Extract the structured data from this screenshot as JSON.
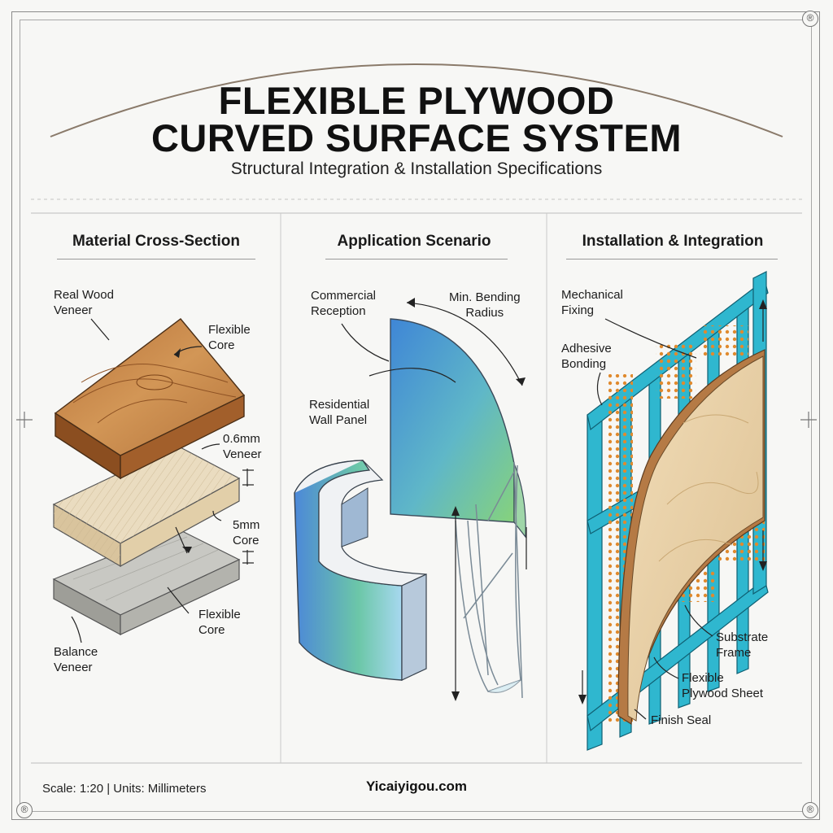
{
  "title_line1": "FLEXIBLE PLYWOOD",
  "title_line2": "CURVED SURFACE SYSTEM",
  "subtitle": "Structural Integration & Installation Specifications",
  "corner_mark": "®",
  "panels": [
    {
      "heading": "Material Cross-Section",
      "labels": {
        "real_wood_veneer": "Real Wood\nVeneer",
        "flexible_core_top": "Flexible\nCore",
        "veneer_thickness": "0.6mm\nVeneer",
        "core_thickness": "5mm\nCore",
        "flexible_core_bottom": "Flexible\nCore",
        "balance_veneer": "Balance\nVeneer"
      }
    },
    {
      "heading": "Application Scenario",
      "labels": {
        "commercial_reception": "Commercial\nReception",
        "min_bending_radius": "Min. Bending\nRadius",
        "residential_wall_panel": "Residential\nWall Panel"
      }
    },
    {
      "heading": "Installation & Integration",
      "labels": {
        "mechanical_fixing": "Mechanical\nFixing",
        "adhesive_bonding": "Adhesive\nBonding",
        "substrate_frame": "Substrate\nFrame",
        "flexible_plywood_sheet": "Flexible\nPlywood Sheet",
        "finish_seal": "Finish Seal"
      }
    }
  ],
  "footer": {
    "scale": "Scale: 1:20 | Units: Millimeters",
    "site": "Yicaiyigou.com"
  },
  "colors": {
    "wood_top": "#c8874a",
    "wood_side": "#9a5a28",
    "core": "#e9dcc2",
    "balance": "#c9c9c4",
    "frame_cyan": "#2bb8d0",
    "adhesive_orange": "#e08a2e",
    "plywood_sheet": "#e8cfa6",
    "panel_gradient_start": "#4a90d9",
    "panel_gradient_end": "#7fd07a"
  }
}
